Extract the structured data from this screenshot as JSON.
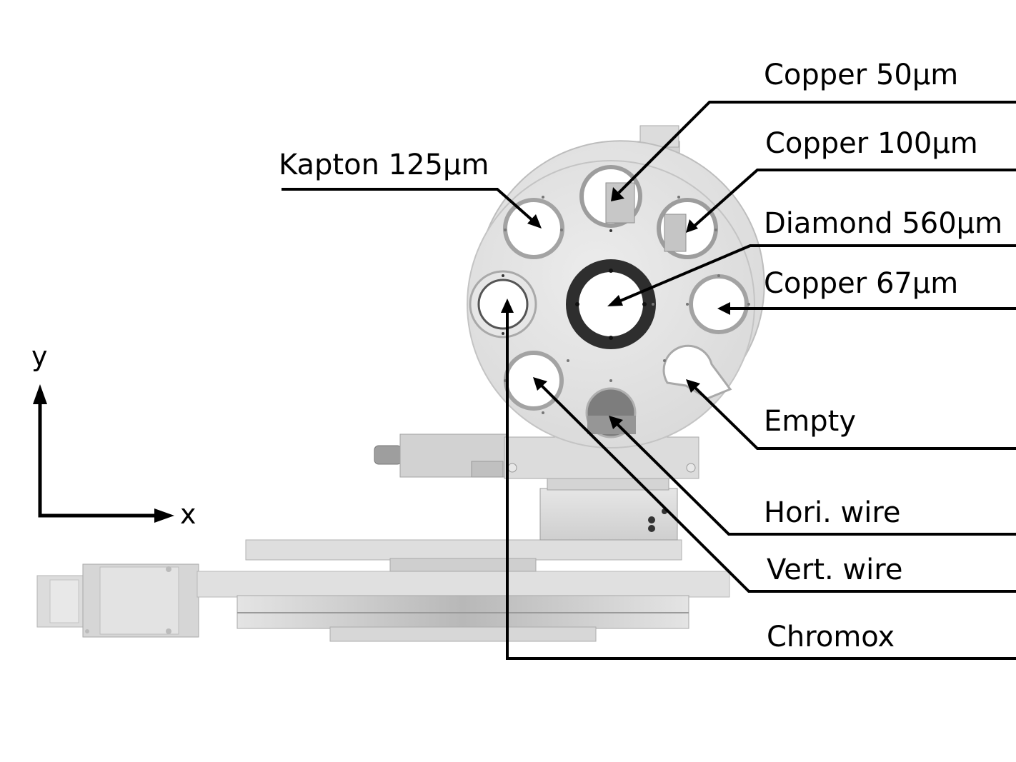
{
  "labels": {
    "copper_50": "Copper 50µm",
    "copper_100": "Copper 100µm",
    "kapton_125": "Kapton 125µm",
    "diamond_560": "Diamond 560µm",
    "copper_67": "Copper 67µm",
    "empty": "Empty",
    "hori_wire": "Hori. wire",
    "vert_wire": "Vert. wire",
    "chromox": "Chromox"
  },
  "axes": {
    "x": "x",
    "y": "y"
  },
  "colors": {
    "line": "#000000",
    "wheel": "#e2e2e2",
    "stage": "#d9d9d9",
    "dark_ring": "#2e2e2e"
  }
}
